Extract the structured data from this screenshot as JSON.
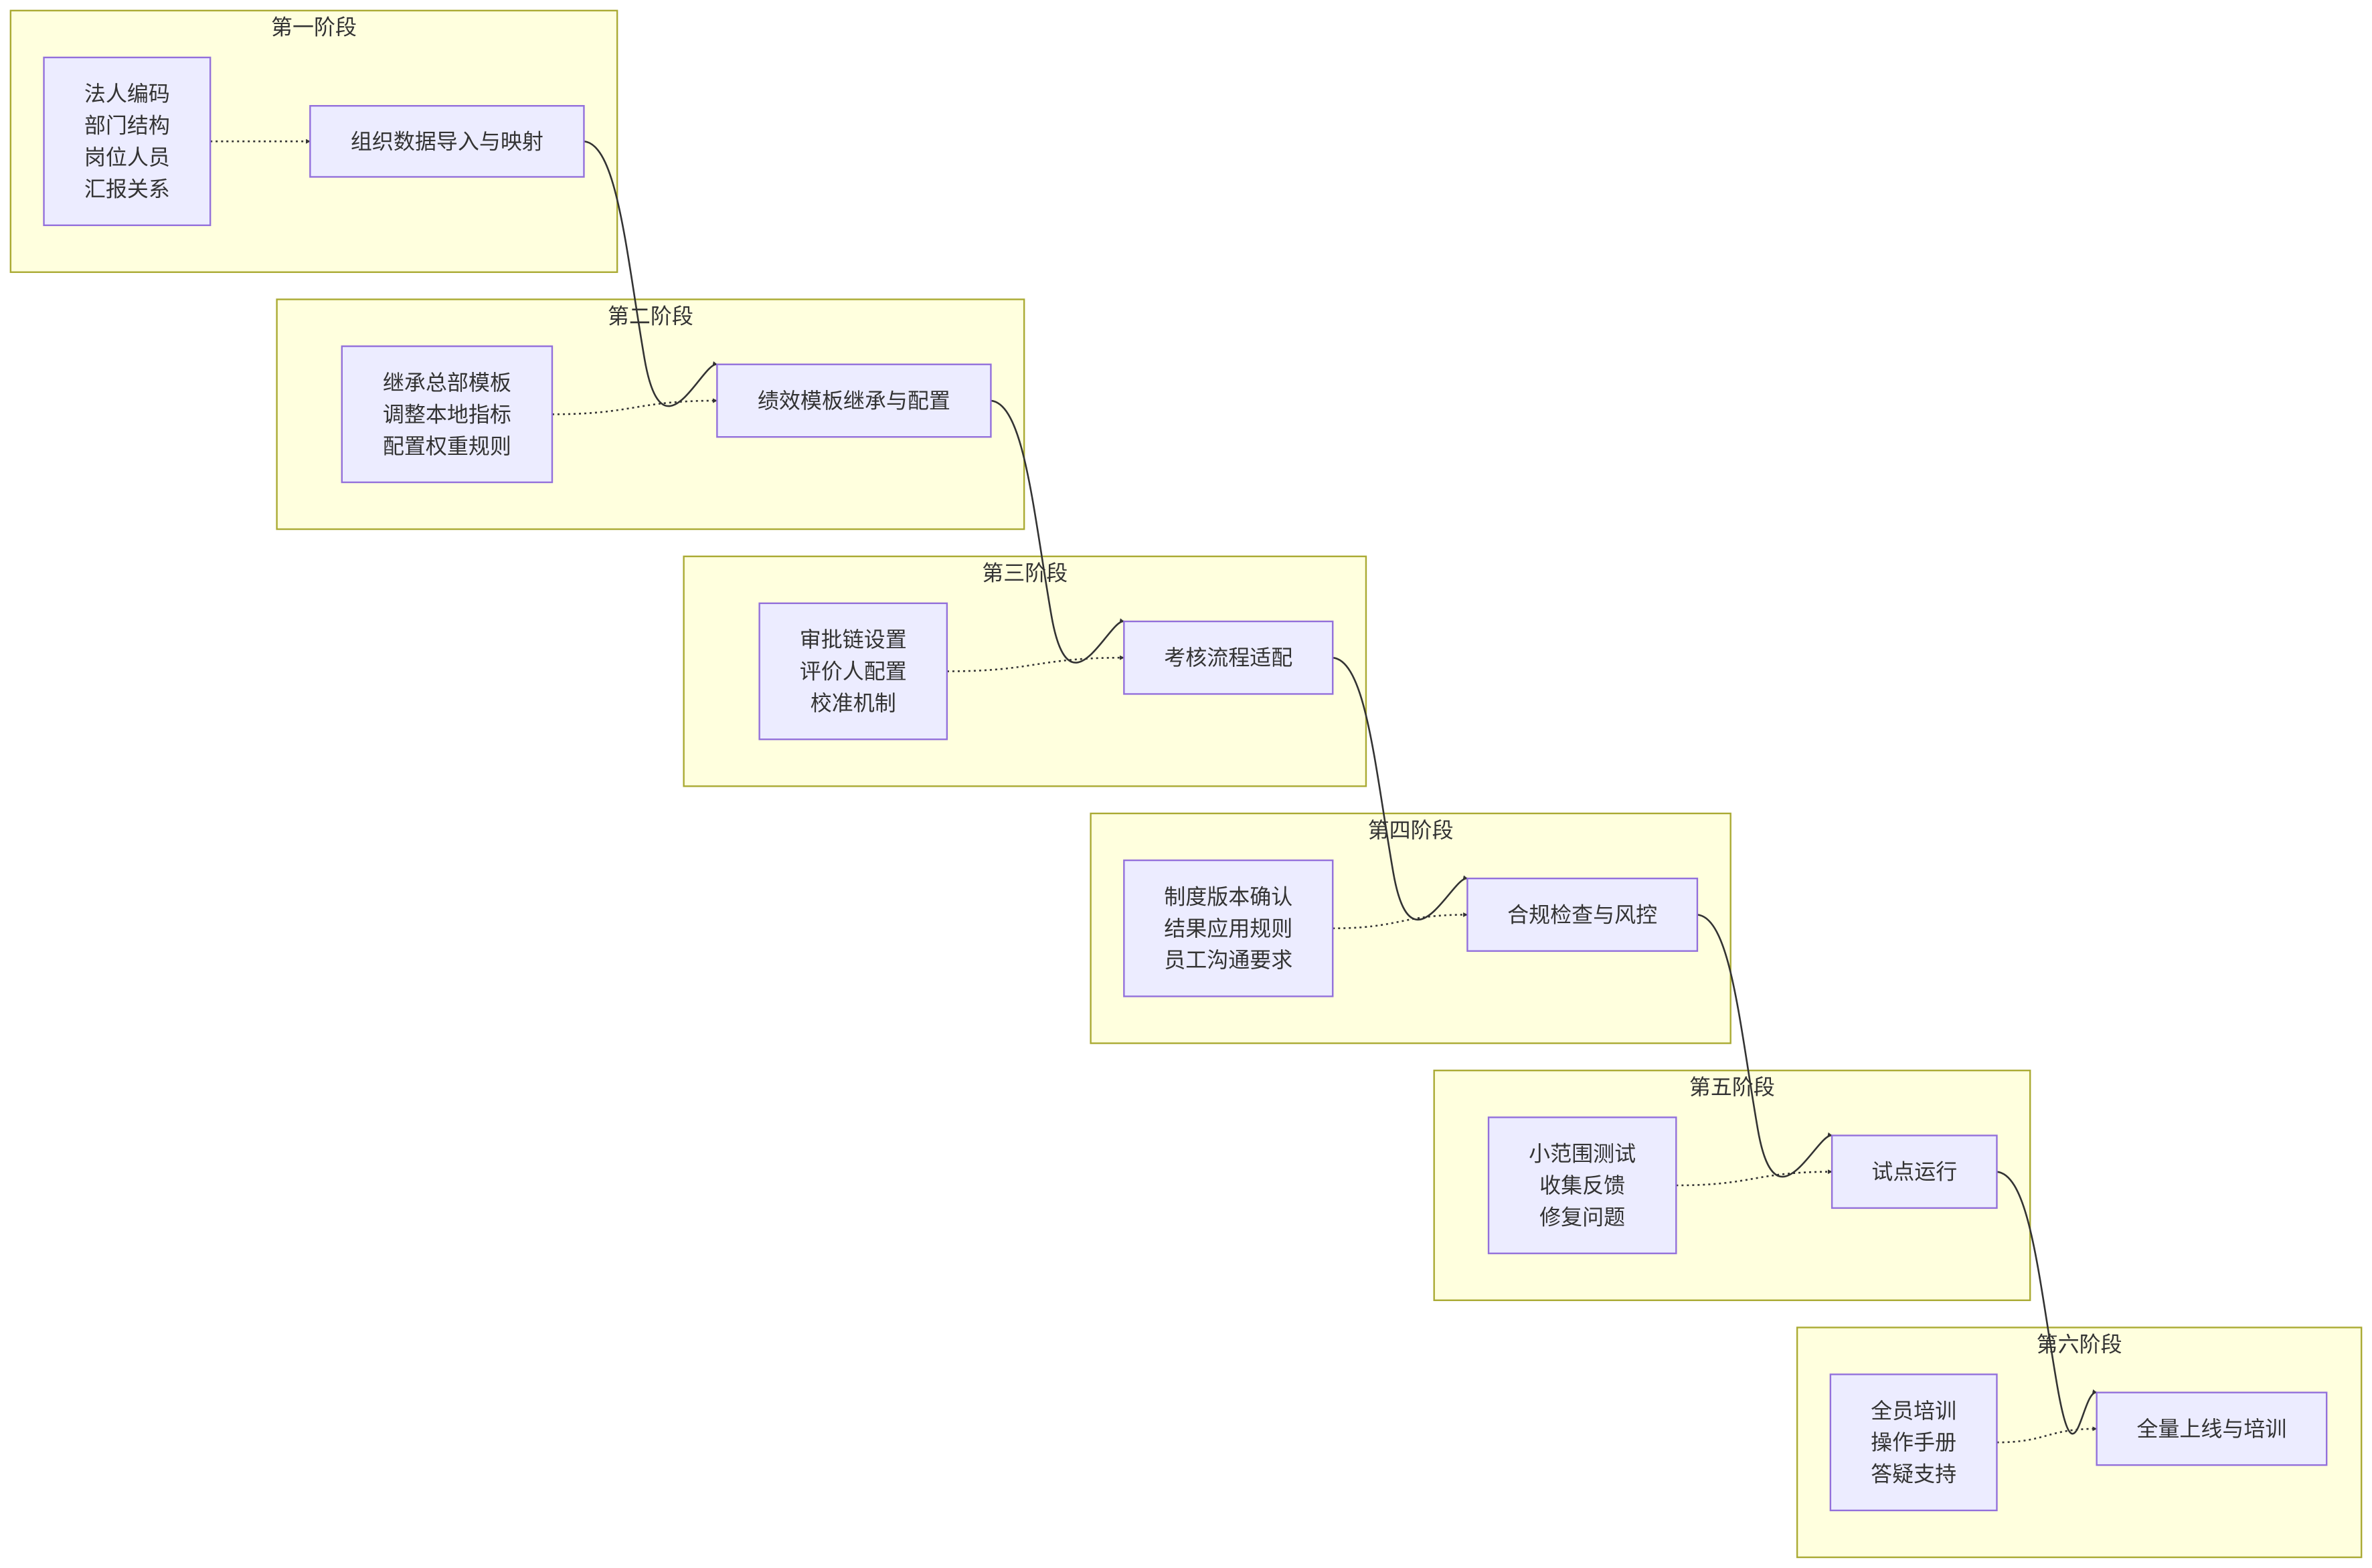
{
  "diagram": {
    "type": "flowchart",
    "colors": {
      "stage_fill": "#ffffde",
      "stage_border": "#aaaa33",
      "node_fill": "#ececff",
      "node_border": "#9370db",
      "text": "#333333",
      "edge": "#333333"
    },
    "stages": [
      {
        "title": "第一阶段",
        "detail": [
          "法人编码",
          "部门结构",
          "岗位人员",
          "汇报关系"
        ],
        "main": "组织数据导入与映射"
      },
      {
        "title": "第二阶段",
        "detail": [
          "继承总部模板",
          "调整本地指标",
          "配置权重规则"
        ],
        "main": "绩效模板继承与配置"
      },
      {
        "title": "第三阶段",
        "detail": [
          "审批链设置",
          "评价人配置",
          "校准机制"
        ],
        "main": "考核流程适配"
      },
      {
        "title": "第四阶段",
        "detail": [
          "制度版本确认",
          "结果应用规则",
          "员工沟通要求"
        ],
        "main": "合规检查与风控"
      },
      {
        "title": "第五阶段",
        "detail": [
          "小范围测试",
          "收集反馈",
          "修复问题"
        ],
        "main": "试点运行"
      },
      {
        "title": "第六阶段",
        "detail": [
          "全员培训",
          "操作手册",
          "答疑支持"
        ],
        "main": "全量上线与培训"
      }
    ],
    "edges": [
      {
        "from": "detail-1",
        "to": "main-1",
        "style": "dotted"
      },
      {
        "from": "detail-2",
        "to": "main-2",
        "style": "dotted"
      },
      {
        "from": "detail-3",
        "to": "main-3",
        "style": "dotted"
      },
      {
        "from": "detail-4",
        "to": "main-4",
        "style": "dotted"
      },
      {
        "from": "detail-5",
        "to": "main-5",
        "style": "dotted"
      },
      {
        "from": "detail-6",
        "to": "main-6",
        "style": "dotted"
      },
      {
        "from": "main-1",
        "to": "main-2",
        "style": "solid"
      },
      {
        "from": "main-2",
        "to": "main-3",
        "style": "solid"
      },
      {
        "from": "main-3",
        "to": "main-4",
        "style": "solid"
      },
      {
        "from": "main-4",
        "to": "main-5",
        "style": "solid"
      },
      {
        "from": "main-5",
        "to": "main-6",
        "style": "solid"
      }
    ]
  }
}
